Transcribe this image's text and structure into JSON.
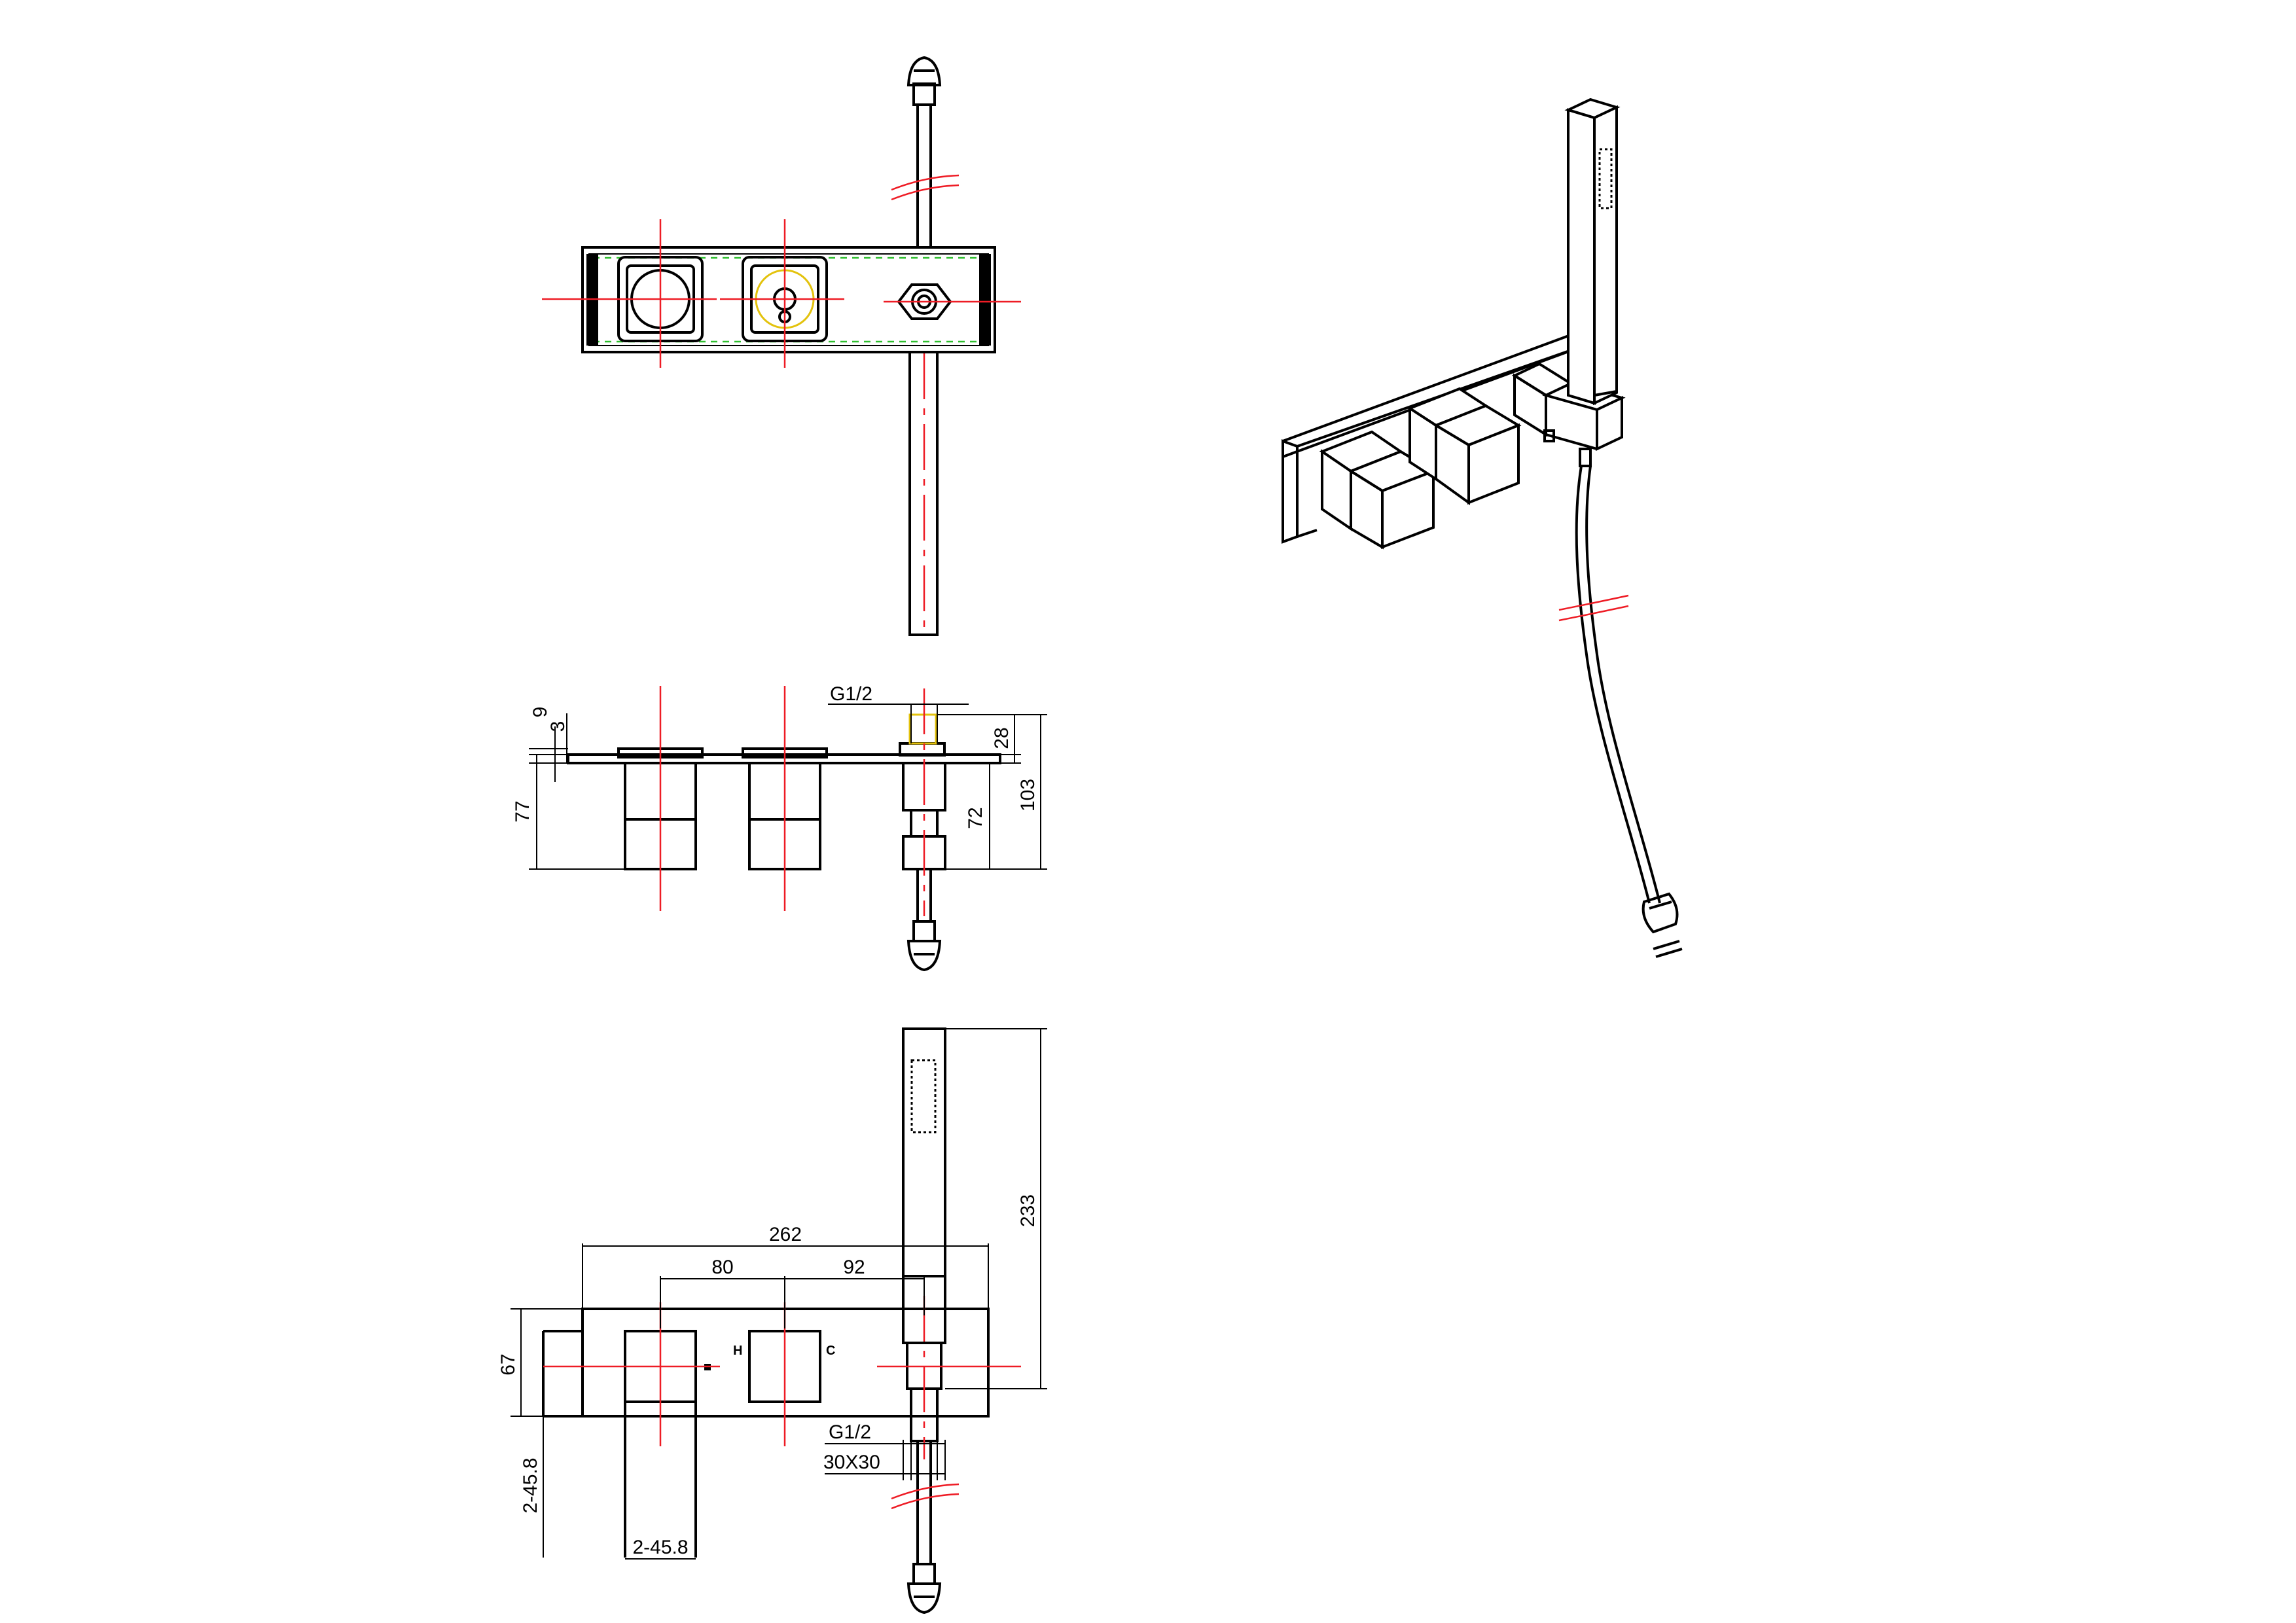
{
  "dimensions": {
    "d9": "9",
    "d3": "3",
    "d77": "77",
    "d28": "28",
    "d72": "72",
    "d103": "103",
    "g12_side": "G1/2",
    "d262": "262",
    "d80": "80",
    "d92": "92",
    "d233": "233",
    "d67": "67",
    "g12_front": "G1/2",
    "d30x30": "30X30",
    "d2458_v": "2-45.8",
    "d2458_h": "2-45.8"
  },
  "labels": {
    "hot": "H",
    "cold": "C"
  },
  "colors": {
    "line": "#000000",
    "centerline": "#ee1c25",
    "hidden_edge": "#2fbf2f",
    "thread": "#e3c20c"
  }
}
